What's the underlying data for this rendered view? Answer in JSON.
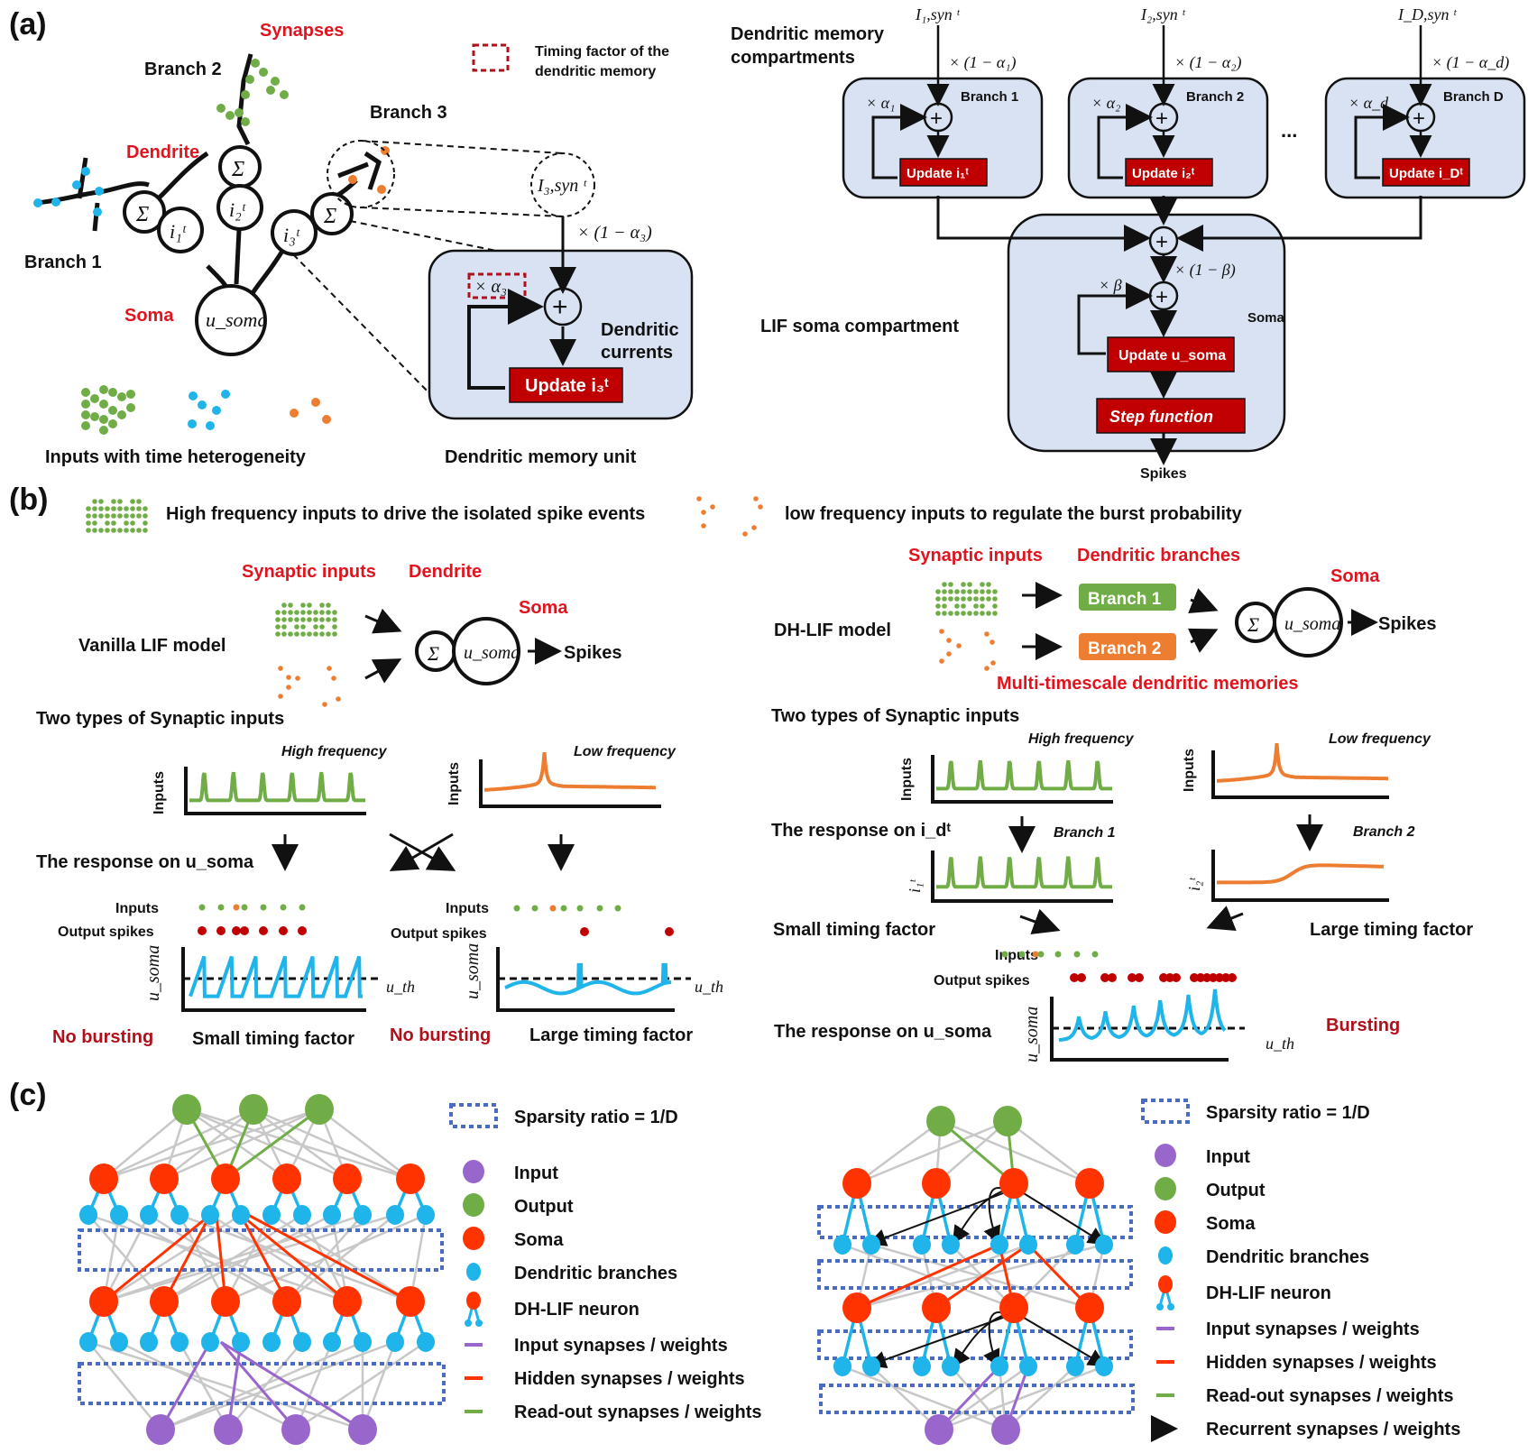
{
  "panels": {
    "a": "(a)",
    "b": "(b)",
    "c": "(c)"
  },
  "panel_a": {
    "labels": {
      "synapses": "Synapses",
      "branch1": "Branch 1",
      "branch2": "Branch 2",
      "branch3": "Branch 3",
      "dendrite": "Dendrite",
      "soma": "Soma",
      "soma_var": "u_soma",
      "i1": "i₁ᵗ",
      "i2": "i₂ᵗ",
      "i3": "i₃ᵗ",
      "sigma": "Σ",
      "I3syn": "I₃,syn ᵗ",
      "inputs_caption": "Inputs with time heterogeneity",
      "memory_caption": "Dendritic memory unit",
      "legend_timing_line1": "Timing factor of the",
      "legend_timing_line2": "dendritic memory",
      "one_minus_a3": "× (1 − α₃)",
      "times_a3": "× α₃",
      "dendritic_currents_1": "Dendritic",
      "dendritic_currents_2": "currents",
      "update_i3": "Update i₃ᵗ"
    },
    "right": {
      "title_1": "Dendritic memory",
      "title_2": "compartments",
      "branches": [
        {
          "name": "Branch 1",
          "input": "I₁,syn ᵗ",
          "decay": "× (1 − α₁)",
          "feedback": "× α₁",
          "update": "Update i₁ᵗ"
        },
        {
          "name": "Branch 2",
          "input": "I₂,syn ᵗ",
          "decay": "× (1 − α₂)",
          "feedback": "× α₂",
          "update": "Update i₂ᵗ"
        },
        {
          "name": "Branch D",
          "input": "I_D,syn ᵗ",
          "decay": "× (1 − α_d)",
          "feedback": "× α_d",
          "update": "Update i_Dᵗ"
        }
      ],
      "ellipsis": "...",
      "soma_title": "LIF soma compartment",
      "soma_label": "Soma",
      "one_minus_beta": "× (1 − β)",
      "times_beta": "× β",
      "update_soma": "Update u_soma",
      "step_function": "Step function",
      "spikes": "Spikes"
    }
  },
  "panel_b": {
    "legend_high": "High frequency inputs to drive the isolated spike events",
    "legend_low": "low frequency inputs to regulate the burst probability",
    "vanilla": {
      "model": "Vanilla LIF model",
      "synaptic_inputs": "Synaptic inputs",
      "dendrite": "Dendrite",
      "soma": "Soma",
      "soma_var": "u_soma",
      "spikes": "Spikes",
      "two_types": "Two types of Synaptic inputs",
      "high_freq": "High frequency",
      "low_freq": "Low frequency",
      "inputs_axis": "Inputs",
      "response": "The response on u_soma",
      "inputs_row": "Inputs",
      "output_row": "Output spikes",
      "usoma_axis": "u_soma",
      "uth": "u_th",
      "no_bursting": "No bursting",
      "small_tf": "Small timing factor",
      "large_tf": "Large timing factor"
    },
    "dh": {
      "model": "DH-LIF model",
      "synaptic_inputs": "Synaptic inputs",
      "dendritic_branches": "Dendritic branches",
      "branch1": "Branch 1",
      "branch2": "Branch 2",
      "soma": "Soma",
      "soma_var": "u_soma",
      "spikes": "Spikes",
      "multi": "Multi-timescale dendritic memories",
      "two_types": "Two types of Synaptic inputs",
      "high_freq": "High frequency",
      "low_freq": "Low frequency",
      "inputs_axis": "Inputs",
      "response_id": "The response on i_dᵗ",
      "branch1_it": "Branch 1",
      "branch2_it": "Branch 2",
      "i1_axis": "i₁ᵗ",
      "i2_axis": "i₂ᵗ",
      "small_tf": "Small timing factor",
      "large_tf": "Large timing factor",
      "inputs_row": "Inputs",
      "output_row": "Output spikes",
      "response_soma": "The response on u_soma",
      "usoma_axis": "u_soma",
      "uth": "u_th",
      "bursting": "Bursting"
    }
  },
  "panel_c": {
    "left_legend": {
      "sparsity": "Sparsity ratio = 1/D",
      "items": [
        "Input",
        "Output",
        "Soma",
        "Dendritic branches",
        "DH-LIF neuron",
        "Input synapses / weights",
        "Hidden synapses / weights",
        "Read-out synapses / weights"
      ]
    },
    "right_legend": {
      "sparsity": "Sparsity ratio = 1/D",
      "items": [
        "Input",
        "Output",
        "Soma",
        "Dendritic branches",
        "DH-LIF neuron",
        "Input synapses / weights",
        "Hidden synapses / weights",
        "Read-out synapses / weights",
        "Recurrent synapses / weights"
      ]
    }
  },
  "colors": {
    "red_text": "#e0141e",
    "dark_red": "#c00000",
    "box_fill": "#d9e2f2",
    "green": "#70ad47",
    "orange": "#ed7d31",
    "blue": "#1fb4ea",
    "soma_red": "#ff3300",
    "purple": "#9966cc",
    "grey": "#c8c8c8",
    "dotted_blue": "#4a6cc0"
  }
}
